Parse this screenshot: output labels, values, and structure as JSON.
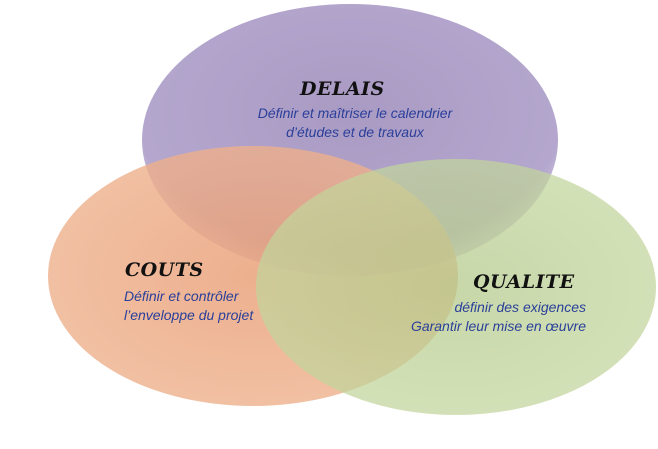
{
  "colors": {
    "delais": "#ab9bc6",
    "couts": "#eaa57f",
    "qualite": "#bccf92",
    "text": "#2a3f9a"
  },
  "delais": {
    "title": "DELAIS",
    "line1": "Définir  et maîtriser  le calendrier",
    "line2": "d’études et de travaux"
  },
  "couts": {
    "title": "COUTS",
    "line1": "Définir et contrôler",
    "line2": "l’enveloppe du projet"
  },
  "qualite": {
    "title": "QUALITE",
    "line1": "définir des exigences",
    "line2": "Garantir leur mise en œuvre"
  }
}
